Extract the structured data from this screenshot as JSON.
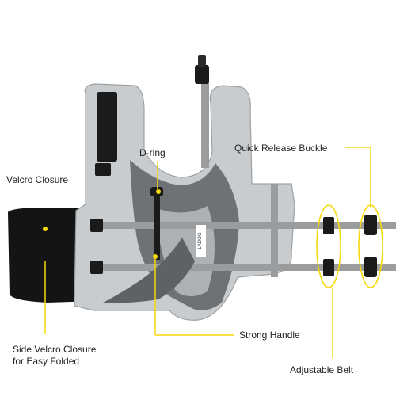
{
  "annotations": {
    "velcro_closure": "Velcro Closure",
    "d_ring": "D-ring",
    "quick_release_buckle": "Quick Release Buckle",
    "side_velcro_line1": "Side Velcro Closure",
    "side_velcro_line2": "for Easy Folded",
    "strong_handle": "Strong Handle",
    "adjustable_belt": "Adjustable Belt"
  },
  "product": {
    "brand_mark": "LADOG"
  },
  "colors": {
    "callout_yellow": "#f5d90a",
    "vest_light_gray": "#c9ccce",
    "vest_dark_gray": "#6f7274",
    "strap_gray": "#9a9c9e",
    "black_panel": "#141414"
  }
}
